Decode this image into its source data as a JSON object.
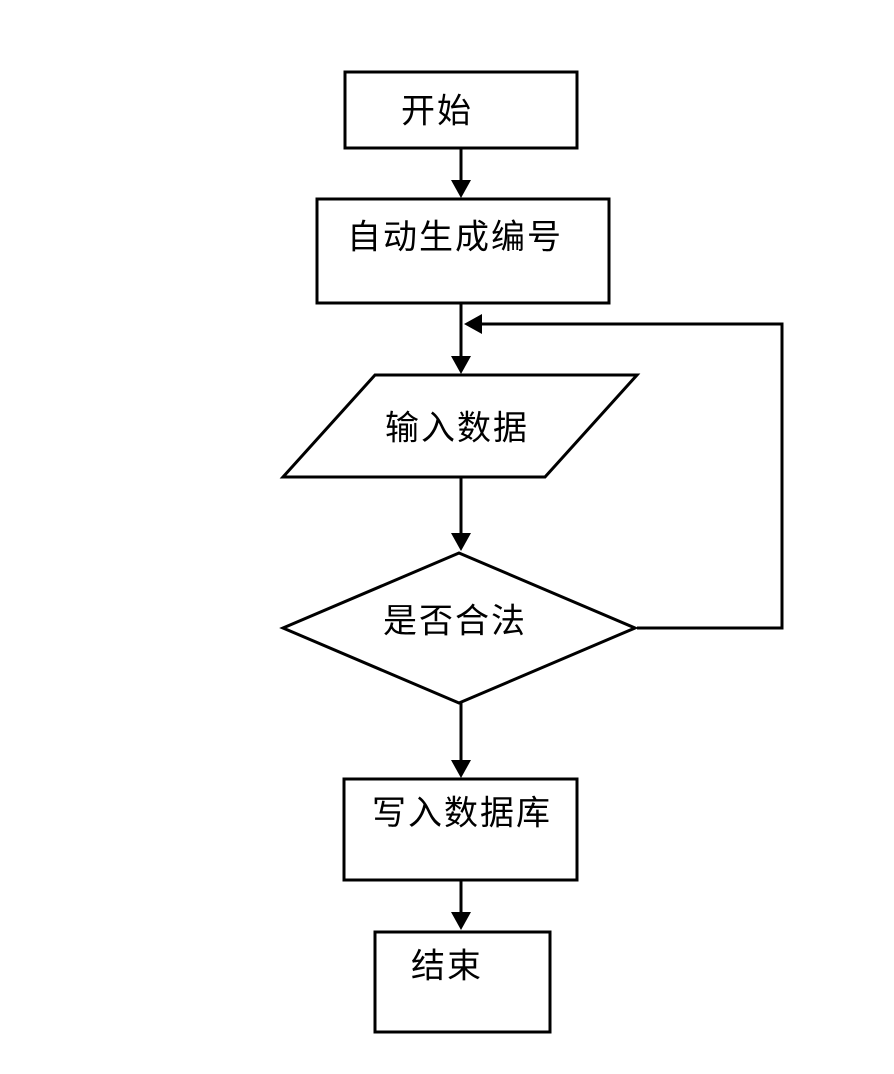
{
  "diagram": {
    "type": "flowchart",
    "background_color": "#ffffff",
    "stroke_color": "#000000",
    "shape_fill_color": "#ffffff",
    "text_color": "#000000",
    "nodes": [
      {
        "id": "start",
        "shape": "rectangle",
        "label": "开始"
      },
      {
        "id": "autogen",
        "shape": "rectangle",
        "label": "自动生成编号"
      },
      {
        "id": "input",
        "shape": "parallelogram",
        "label": "输入数据"
      },
      {
        "id": "validate",
        "shape": "diamond",
        "label": "是否合法"
      },
      {
        "id": "write",
        "shape": "rectangle",
        "label": "写入数据库"
      },
      {
        "id": "end",
        "shape": "rectangle",
        "label": "结束"
      }
    ],
    "edges": [
      {
        "from": "开始",
        "to": "自动生成编号",
        "style": "straight-down-arrow"
      },
      {
        "from": "自动生成编号",
        "to": "输入数据",
        "style": "straight-down-arrow"
      },
      {
        "from": "输入数据",
        "to": "是否合法",
        "style": "straight-down-arrow"
      },
      {
        "from": "是否合法",
        "to": "写入数据库",
        "style": "straight-down-arrow"
      },
      {
        "from": "写入数据库",
        "to": "结束",
        "style": "straight-down-arrow"
      },
      {
        "from": "是否合法",
        "to": "输入数据",
        "style": "loop-back-right-side"
      }
    ]
  }
}
